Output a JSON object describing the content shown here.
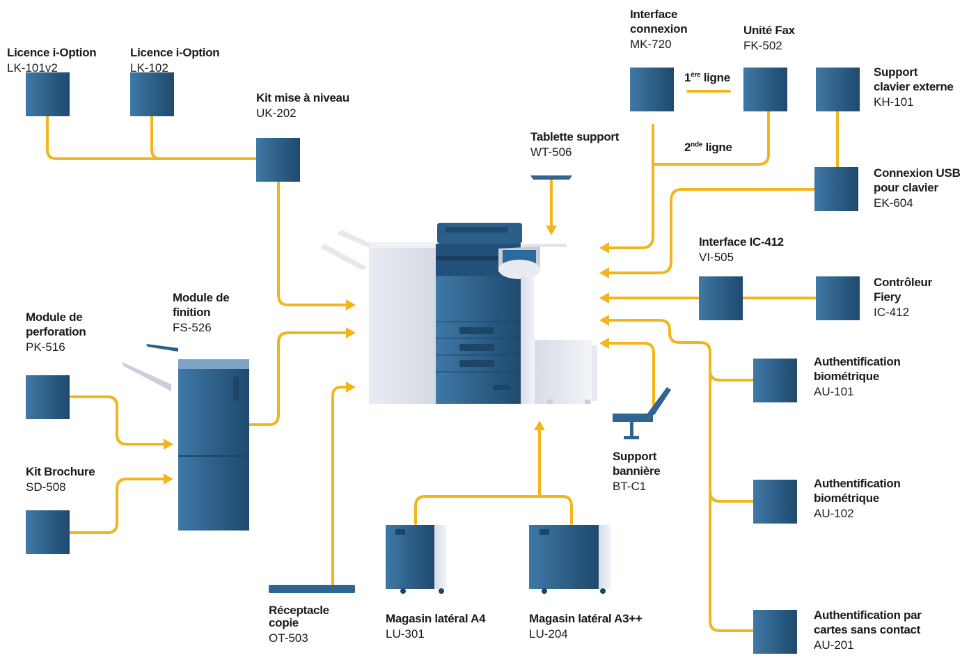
{
  "colors": {
    "connector": "#f2b51d",
    "module": "#27577e",
    "module_light": "#3f78a6",
    "machine_light": "#dde1ea"
  },
  "options": {
    "lk101v2": {
      "title": "Licence i-Option",
      "code": "LK-101v2"
    },
    "lk102": {
      "title": "Licence i-Option",
      "code": "LK-102"
    },
    "uk202": {
      "title": "Kit mise à niveau",
      "code": "UK-202"
    },
    "mk720": {
      "title_l1": "Interface",
      "title_l2": "connexion",
      "code": "MK-720"
    },
    "fk502": {
      "title": "Unité Fax",
      "code": "FK-502"
    },
    "kh101": {
      "title_l1": "Support",
      "title_l2": "clavier externe",
      "code": "KH-101"
    },
    "wt506": {
      "title": "Tablette support",
      "code": "WT-506"
    },
    "ek604": {
      "title_l1": "Connexion USB",
      "title_l2": "pour clavier",
      "code": "EK-604"
    },
    "vi505": {
      "title": "Interface IC-412",
      "code": "VI-505"
    },
    "ic412": {
      "title_l1": "Contrôleur",
      "title_l2": "Fiery",
      "code": "IC-412"
    },
    "fs526": {
      "title_l1": "Module de",
      "title_l2": "finition",
      "code": "FS-526"
    },
    "pk516": {
      "title_l1": "Module de",
      "title_l2": "perforation",
      "code": "PK-516"
    },
    "sd508": {
      "title": "Kit Brochure",
      "code": "SD-508"
    },
    "au101": {
      "title_l1": "Authentification",
      "title_l2": "biométrique",
      "code": "AU-101"
    },
    "au102": {
      "title_l1": "Authentification",
      "title_l2": "biométrique",
      "code": "AU-102"
    },
    "au201": {
      "title_l1": "Authentification par",
      "title_l2": "cartes sans contact",
      "code": "AU-201"
    },
    "btc1": {
      "title_l1": "Support",
      "title_l2": "bannière",
      "code": "BT-C1"
    },
    "ot503": {
      "title_l1": "Réceptacle",
      "title_l2": "copie",
      "code": "OT-503"
    },
    "lu301": {
      "title": "Magasin latéral A4",
      "code": "LU-301"
    },
    "lu204": {
      "title": "Magasin latéral A3++",
      "code": "LU-204"
    }
  },
  "lines": {
    "first": {
      "num": "1",
      "sup": "ère",
      "word": " ligne"
    },
    "second": {
      "num": "2",
      "sup": "nde",
      "word": " ligne"
    }
  }
}
